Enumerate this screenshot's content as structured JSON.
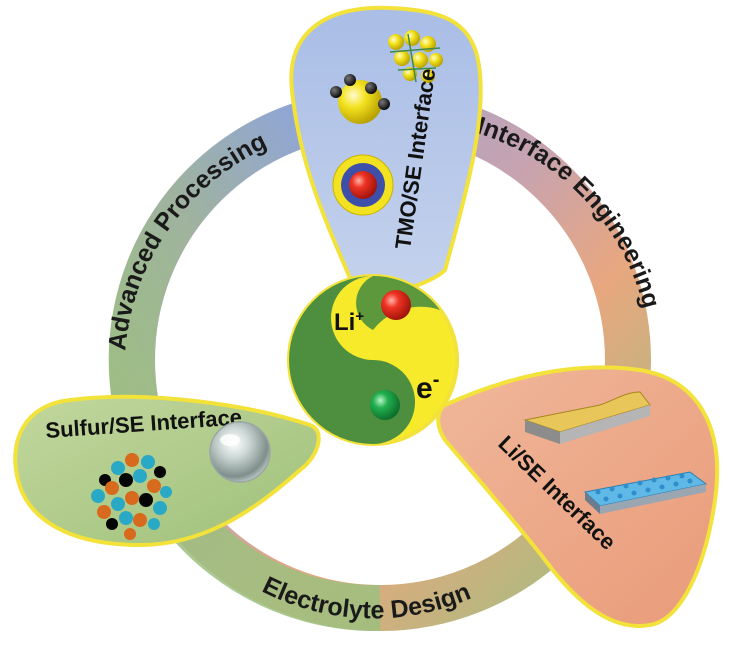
{
  "ring": {
    "labels": [
      "Advanced Processing",
      "Interface Engineering",
      "Electrolyte Design"
    ]
  },
  "petals": {
    "tmo": "TMO/SE Interface",
    "sulfur": "Sulfur/SE Interface",
    "li": "Li/SE Interface"
  },
  "center": {
    "li_ion": "Li",
    "li_sup": "+",
    "electron": "e",
    "e_sup": "-"
  },
  "colors": {
    "ring_blue": "#8fa6d6",
    "ring_orange": "#e8a77f",
    "ring_green": "#9cc07f",
    "petal_blue": "#b6c6e8",
    "petal_green": "#b5d08f",
    "petal_orange": "#eda98a",
    "petal_border": "#f2e23a",
    "yin_green": "#4d8f3e",
    "yang_yellow": "#f6ea2a",
    "ion_red": "#e0241b",
    "electron_green": "#1fa04a"
  },
  "icons": [
    "nanoparticle-cluster-icon",
    "core-shell-particle-icon",
    "coated-particle-icon",
    "sulfur-composite-icon",
    "glass-sphere-icon",
    "lithium-foil-icon",
    "nanostructured-surface-icon"
  ]
}
